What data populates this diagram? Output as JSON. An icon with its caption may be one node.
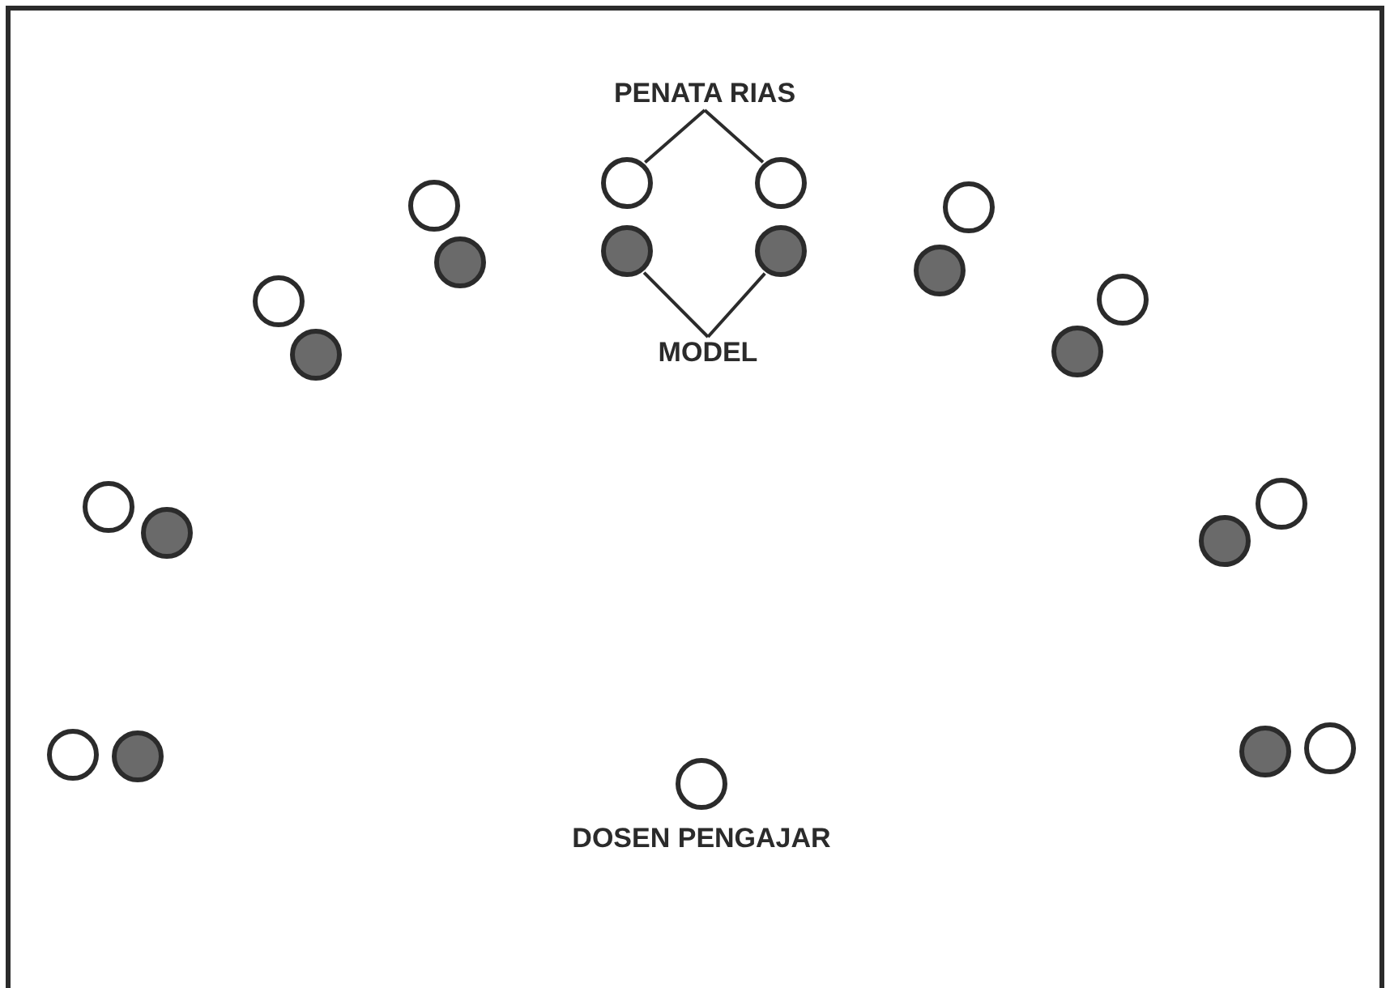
{
  "diagram": {
    "nodes": [
      {
        "text": [
          "PENATA RIAS"
        ]
      },
      {
        "text": [
          "MODEL"
        ]
      },
      {
        "text": [],
        "shape": "circle"
      },
      {
        "text": [],
        "shape": "circle"
      },
      {
        "text": [],
        "shape": "circle"
      },
      {
        "text": [],
        "shape": "circle"
      },
      {
        "text": [],
        "shape": "circle"
      },
      {
        "text": [],
        "shape": "circle"
      },
      {
        "text": [],
        "shape": "circle"
      },
      {
        "text": [],
        "shape": "circle"
      },
      {
        "text": [],
        "shape": "circle"
      },
      {
        "text": [],
        "shape": "circle"
      },
      {
        "text": [],
        "shape": "circle",
        "beside": [
          "DOSEN PENGAJAR"
        ]
      },
      {
        "text": [],
        "shape": "circle"
      },
      {
        "text": [],
        "shape": "circle"
      },
      {
        "text": [],
        "shape": "circle"
      },
      {
        "text": [],
        "shape": "circle"
      },
      {
        "text": [],
        "shape": "circle"
      },
      {
        "text": [],
        "shape": "circle"
      },
      {
        "text": [],
        "shape": "circle"
      },
      {
        "text": [],
        "shape": "circle"
      },
      {
        "text": [],
        "shape": "circle"
      },
      {
        "text": [],
        "shape": "circle"
      }
    ],
    "edges": [
      {
        "from": 0,
        "to": 10,
        "arrow": "none"
      },
      {
        "from": 0,
        "to": 13,
        "arrow": "none"
      },
      {
        "from": 1,
        "to": 11,
        "arrow": "none"
      },
      {
        "from": 1,
        "to": 14,
        "arrow": "none"
      }
    ]
  }
}
